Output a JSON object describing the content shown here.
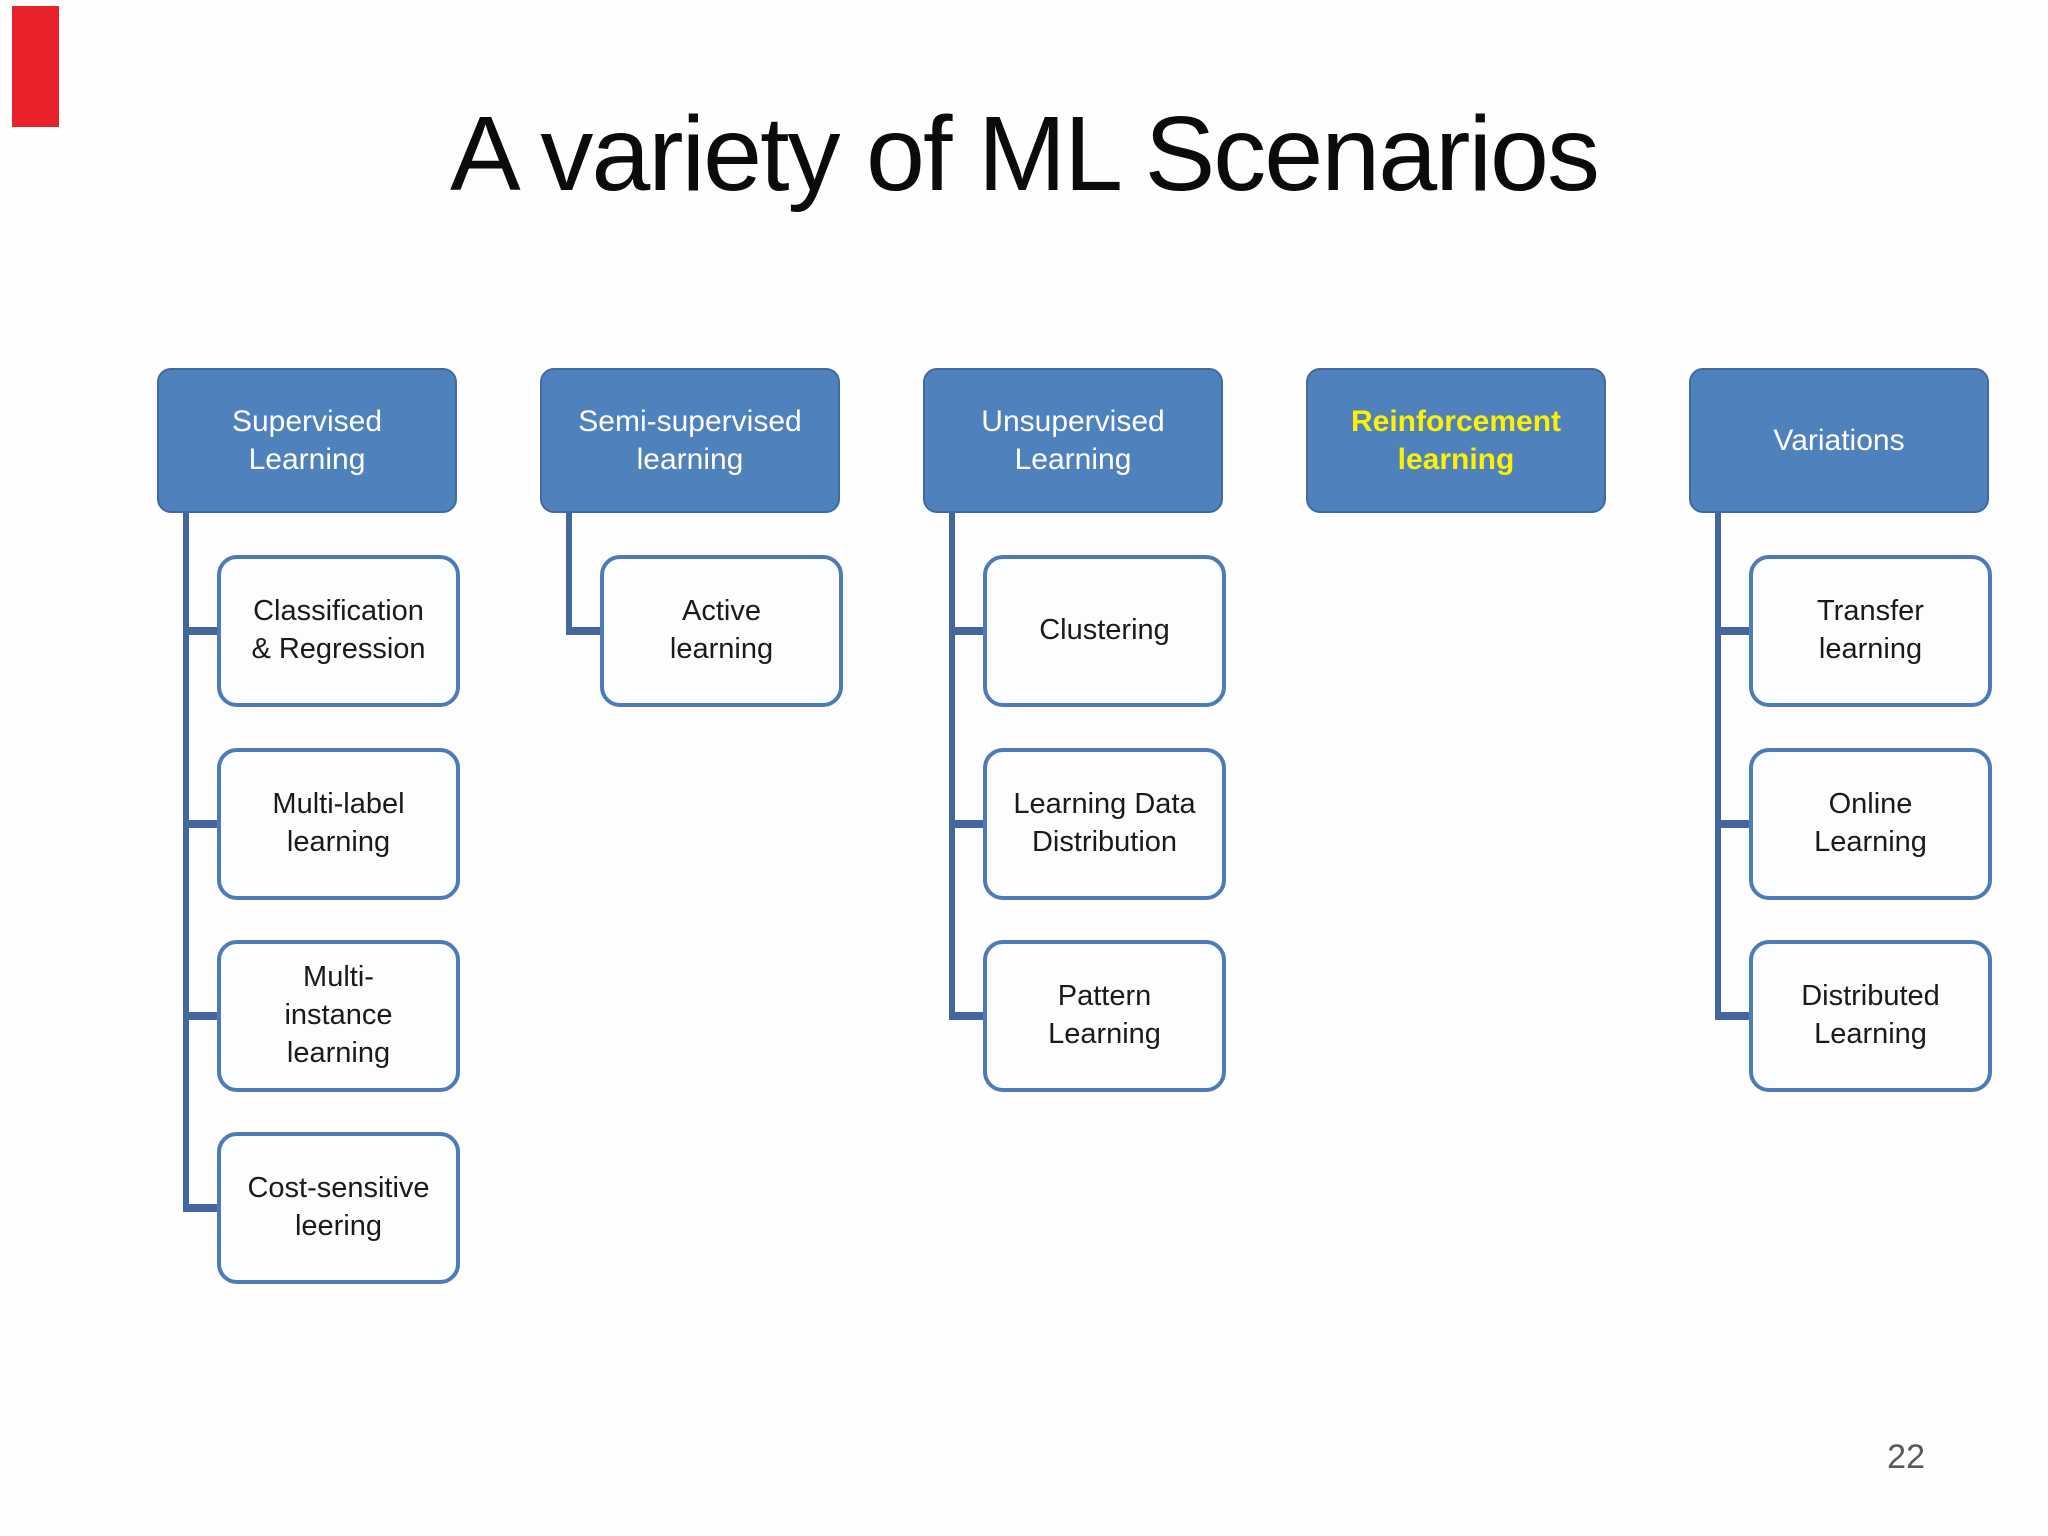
{
  "slide": {
    "title": "A variety of ML Scenarios",
    "page_number": "22",
    "colors": {
      "header_fill": "#4F81BD",
      "header_text": "#FFFFFF",
      "highlight_text": "#FDF000",
      "child_fill": "#FCFDFF",
      "child_border": "#4C7BB8",
      "child_text": "#1A1A1A",
      "connector": "#44679B",
      "red_marker": "#E8212B",
      "page_number_text": "#595959",
      "title_text": "#0B0B0B"
    },
    "columns": [
      {
        "header": {
          "label": "Supervised\nLearning",
          "highlight": false
        },
        "children": [
          "Classification\n& Regression",
          "Multi-label\nlearning",
          "Multi-\ninstance\nlearning",
          "Cost-sensitive\nleering"
        ]
      },
      {
        "header": {
          "label": "Semi-supervised\nlearning",
          "highlight": false
        },
        "children": [
          "Active\nlearning"
        ]
      },
      {
        "header": {
          "label": "Unsupervised\nLearning",
          "highlight": false
        },
        "children": [
          "Clustering",
          "Learning Data\nDistribution",
          "Pattern\nLearning"
        ]
      },
      {
        "header": {
          "label": "Reinforcement\nlearning",
          "highlight": true
        },
        "children": []
      },
      {
        "header": {
          "label": "Variations",
          "highlight": false
        },
        "children": [
          "Transfer\nlearning",
          "Online\nLearning",
          "Distributed\nLearning"
        ]
      }
    ]
  }
}
